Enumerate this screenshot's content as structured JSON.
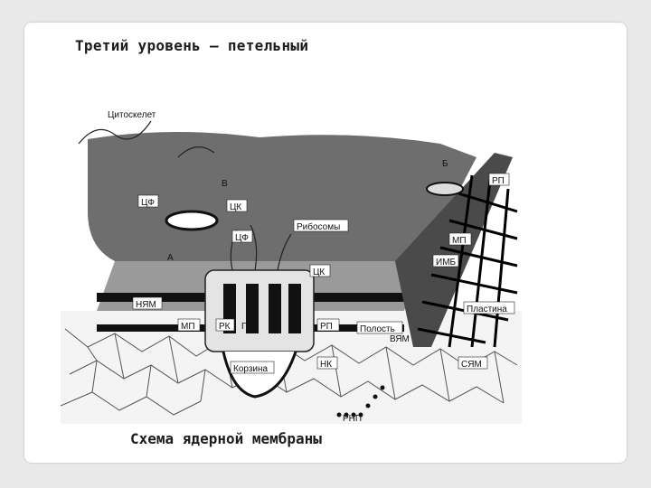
{
  "slide": {
    "title": "Третий уровень — петельный",
    "caption": "Схема  ядерной мембраны"
  },
  "diagram": {
    "labels": {
      "cytoskeleton": "Цитоскелет",
      "v": "В",
      "b": "Б",
      "rp_top": "РП",
      "cf_left": "ЦФ",
      "ck_top": "ЦК",
      "cf_mid": "ЦФ",
      "ribosomes": "Рибосомы",
      "mp_right": "МП",
      "a": "А",
      "ime": "ИМБ",
      "ck_mid": "ЦК",
      "nyam": "НЯМ",
      "plastina": "Пластина",
      "mp_left": "МП",
      "rk": "РК",
      "p": "П",
      "rp_mid": "РП",
      "polost": "Полость",
      "vyam": "ВЯМ",
      "korzina": "Корзина",
      "nk": "НК",
      "syam": "СЯМ",
      "rnp": "РНП"
    }
  }
}
